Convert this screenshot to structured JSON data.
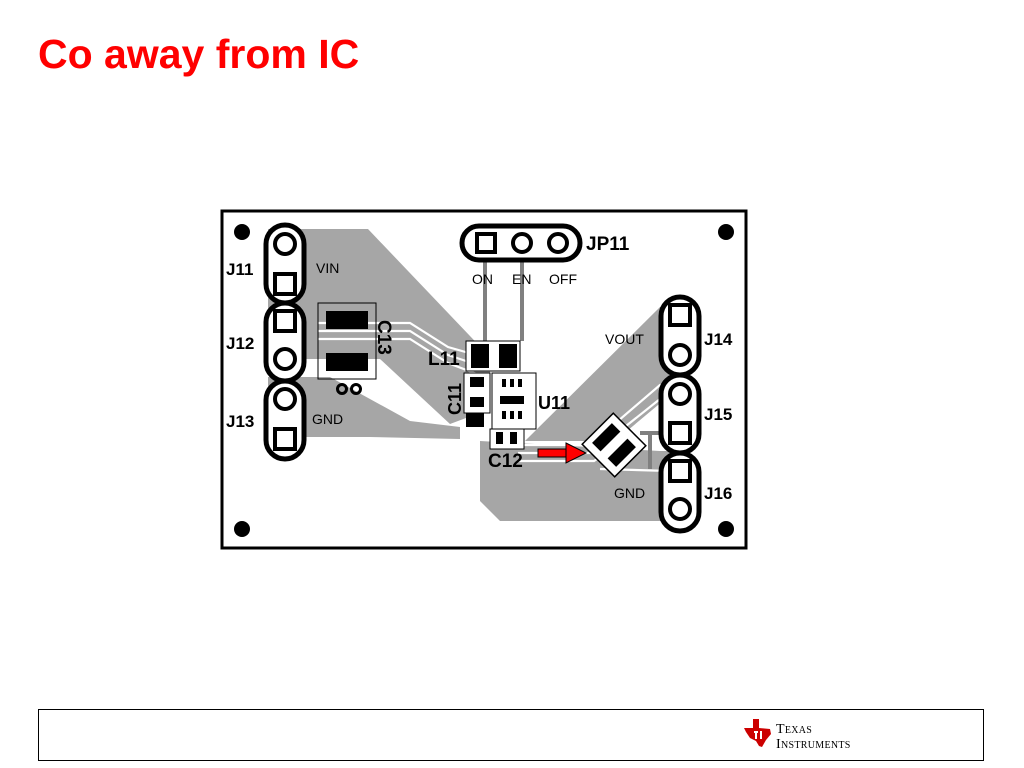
{
  "slide": {
    "title": "Co away from IC"
  },
  "board": {
    "connectors": {
      "j11": "J11",
      "j12": "J12",
      "j13": "J13",
      "j14": "J14",
      "j15": "J15",
      "j16": "J16",
      "jp11": "JP11"
    },
    "nets": {
      "vin": "VIN",
      "gnd_left": "GND",
      "vout": "VOUT",
      "gnd_right": "GND"
    },
    "jumper_positions": {
      "on": "ON",
      "en": "EN",
      "off": "OFF"
    },
    "components": {
      "c13": "C13",
      "l11": "L11",
      "c11": "C11",
      "u11": "U11",
      "c12": "C12"
    },
    "colors": {
      "copper": "#a6a6a6",
      "trace": "#808080",
      "silkscreen": "#000000",
      "arrow": "#ff0000",
      "title": "#ff0000"
    }
  },
  "footer": {
    "logo_line1_cap": "T",
    "logo_line1_rest": "EXAS",
    "logo_line2_cap": "I",
    "logo_line2_rest": "NSTRUMENTS",
    "logo_icon": "texas-state-icon"
  }
}
